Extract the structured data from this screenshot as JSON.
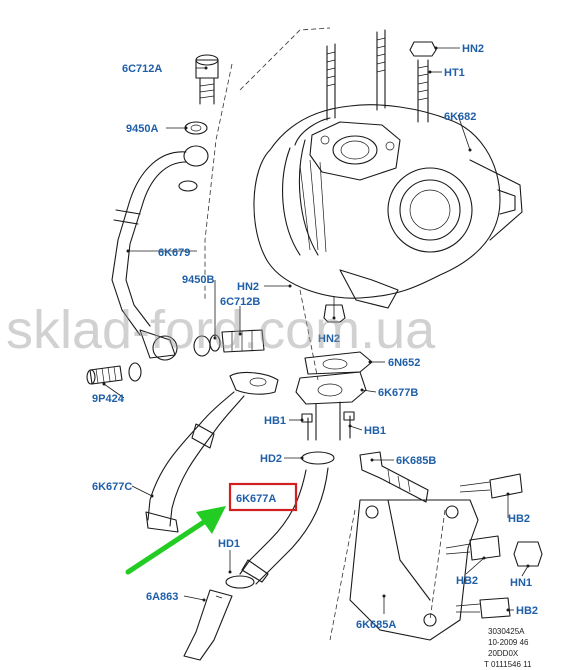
{
  "labels": {
    "l_6c712a_top": "6C712A",
    "l_9450a": "9450A",
    "l_6k679": "6K679",
    "l_9450b": "9450B",
    "l_6c712b": "6C712B",
    "l_hn2_top": "HN2",
    "l_ht1": "HT1",
    "l_6k682": "6K682",
    "l_hn2_mid": "HN2",
    "l_hn2_left": "HN2",
    "l_6n652": "6N652",
    "l_6k677b": "6K677B",
    "l_9p424": "9P424",
    "l_hb1_left": "HB1",
    "l_hb1_right": "HB1",
    "l_hd2": "HD2",
    "l_6k685b": "6K685B",
    "l_6k677c": "6K677C",
    "l_6k677a": "6K677A",
    "l_hb2_top": "HB2",
    "l_hd1": "HD1",
    "l_hb2_mid": "HB2",
    "l_hn1": "HN1",
    "l_6a863": "6A863",
    "l_hb2_bot": "HB2",
    "l_6k685a": "6K685A"
  },
  "watermark": "sklad-ford.com.ua",
  "reference": {
    "line1": "3030425A",
    "line2": "10-2009 46",
    "line3": "20DD0X",
    "line4": "T 0111546 11"
  },
  "colors": {
    "label_text": "#1f5fa8",
    "highlight_box": "#d21f1f",
    "arrow": "#22cc22",
    "line_art": "#1a1a1a"
  }
}
